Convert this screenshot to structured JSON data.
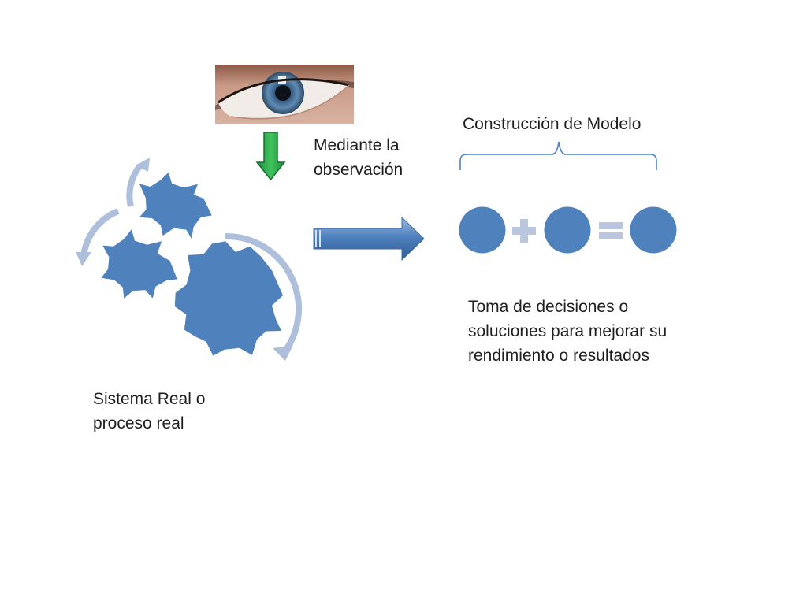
{
  "labels": {
    "observation_line1": "Mediante la",
    "observation_line2": "observación",
    "model_title": "Construcción de Modelo",
    "decisions_line1": "Toma de decisiones o",
    "decisions_line2": "soluciones para mejorar su",
    "decisions_line3": "rendimiento o resultados",
    "system_line1": "Sistema Real o",
    "system_line2": "proceso real"
  },
  "icons": {
    "eye": "eye-photo",
    "down_arrow": "down-arrow-icon",
    "right_arrow": "right-arrow-icon",
    "gears": "gears-icon",
    "brace": "curly-brace-icon"
  },
  "colors": {
    "shape_blue": "#4f81bd",
    "arrow_light": "#aebfdb",
    "operator_gray": "#b9c6dd",
    "green_arrow": "#2ea84a",
    "text": "#1f1f1f"
  }
}
